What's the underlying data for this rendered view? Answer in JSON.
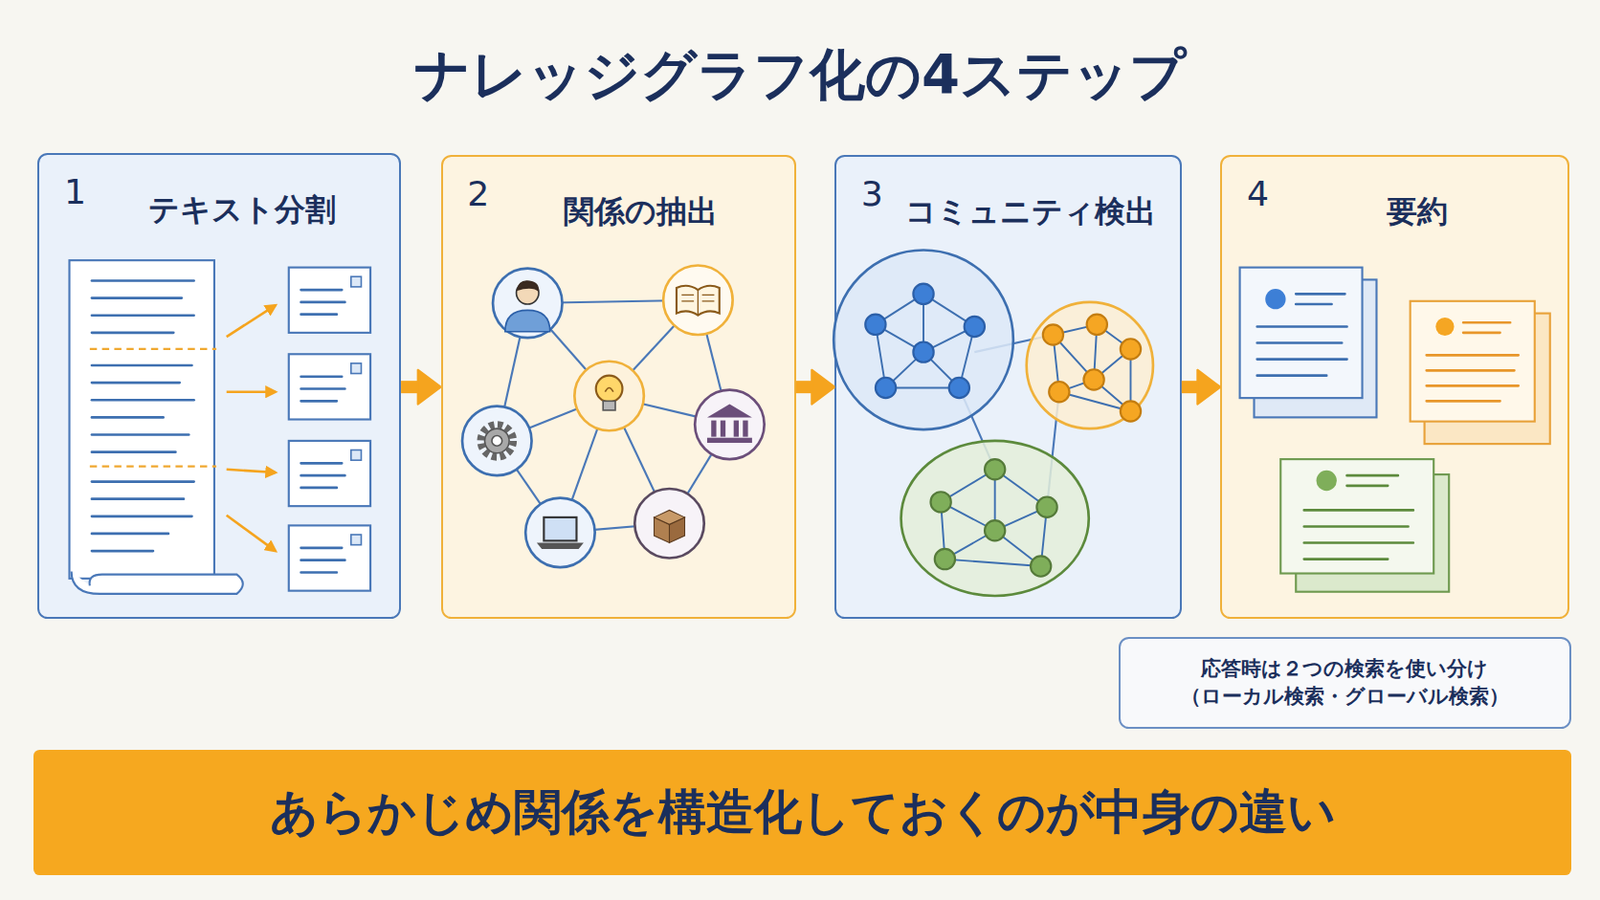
{
  "diagram": {
    "title": "ナレッジグラフ化の4ステップ",
    "nodes": [
      {
        "text": [
          "1",
          "テキスト分割"
        ]
      },
      {
        "text": [
          "2",
          "関係の抽出"
        ]
      },
      {
        "text": [
          "3",
          "コミュニティ検出"
        ]
      },
      {
        "text": [
          "4",
          "要約"
        ]
      },
      {
        "text": [
          "応答時は２つの検索を使い分け （ローカル検索・グローバル検索）"
        ]
      },
      {
        "text": [
          "あらかじめ関係を構造化しておくのが中身の違い"
        ]
      }
    ],
    "edges": [
      {
        "from": 0,
        "to": 1,
        "arrow": "to"
      },
      {
        "from": 1,
        "to": 2,
        "arrow": "to"
      },
      {
        "from": 2,
        "to": 3,
        "arrow": "to"
      }
    ]
  }
}
